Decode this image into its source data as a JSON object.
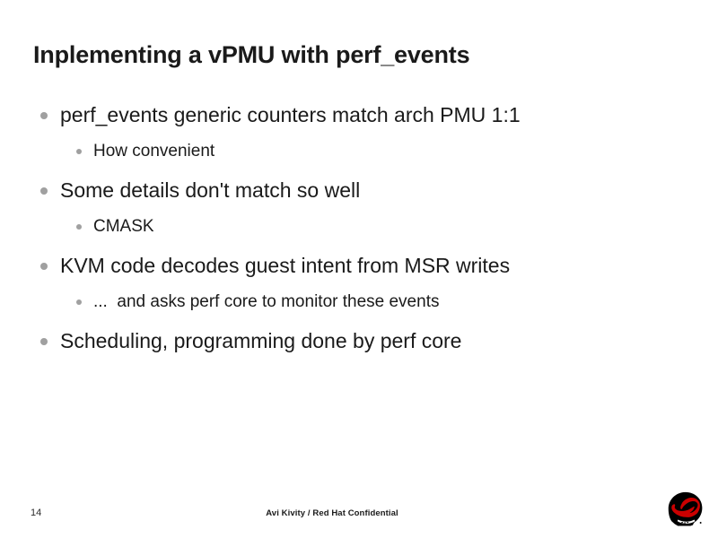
{
  "slide": {
    "title": "Inplementing a vPMU with perf_events",
    "bullets": [
      {
        "level": 1,
        "text": "perf_events generic counters match arch PMU 1:1"
      },
      {
        "level": 2,
        "text": "How convenient"
      },
      {
        "level": 1,
        "text": "Some details don't match so well"
      },
      {
        "level": 2,
        "text": "CMASK"
      },
      {
        "level": 1,
        "text": "KVM code decodes guest intent from MSR writes"
      },
      {
        "level": 2,
        "text": "...  and asks perf core to monitor these events"
      },
      {
        "level": 1,
        "text": "Scheduling, programming done by perf core"
      }
    ],
    "footer": {
      "page_number": "14",
      "confidentiality": "Avi Kivity / Red Hat Confidential",
      "logo": "redhat-shadowman-logo"
    },
    "colors": {
      "background": "#ffffff",
      "text": "#1a1a1a",
      "bullet_dot": "#a0a0a0",
      "logo_red": "#cc0000",
      "logo_black": "#000000"
    }
  }
}
